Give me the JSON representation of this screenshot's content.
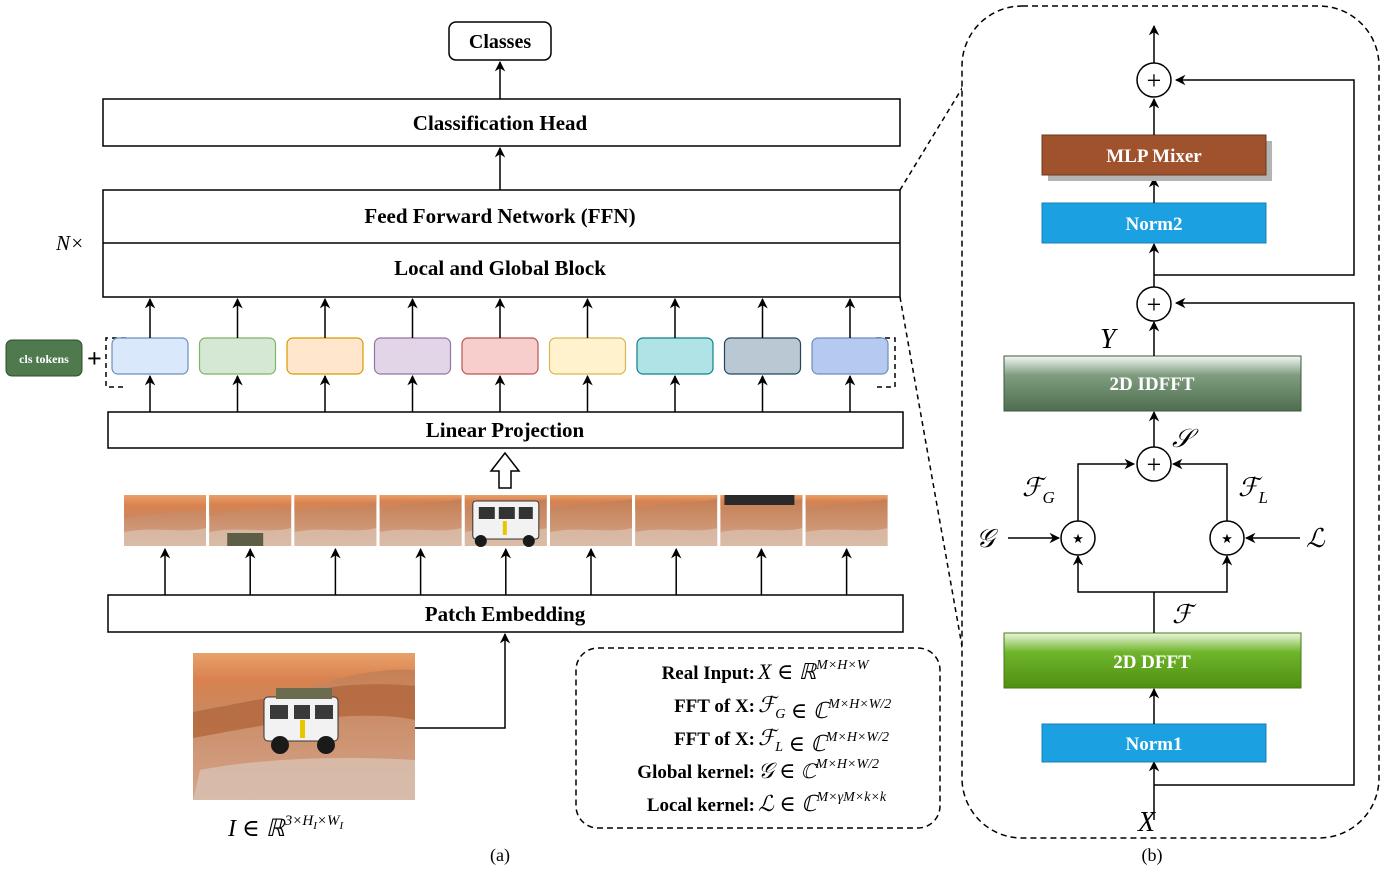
{
  "panel_a": {
    "classes_label": "Classes",
    "classification_head_label": "Classification Head",
    "ffn_label": "Feed Forward Network (FFN)",
    "block_label": "Local and Global Block",
    "repeat_label": "N×",
    "cls_tokens_label": "cls tokens",
    "plus_sign": "+",
    "linear_projection_label": "Linear Projection",
    "patch_embedding_label": "Patch Embedding",
    "input_formula": "I ∈ ℝ",
    "input_formula_sup": "3×H",
    "input_formula_sub1": "I",
    "input_formula_sup2": "×W",
    "input_formula_sub2": "I",
    "caption": "(a)",
    "token_colors": [
      {
        "fill": "#dae8fc",
        "stroke": "#6c8ebf"
      },
      {
        "fill": "#d5e8d4",
        "stroke": "#82b366"
      },
      {
        "fill": "#ffe6cc",
        "stroke": "#d79b00"
      },
      {
        "fill": "#e1d5e7",
        "stroke": "#9673a6"
      },
      {
        "fill": "#f8cecc",
        "stroke": "#b85450"
      },
      {
        "fill": "#fff2cc",
        "stroke": "#d6b656"
      },
      {
        "fill": "#b0e3e6",
        "stroke": "#0e8088"
      },
      {
        "fill": "#bac8d3",
        "stroke": "#23445d"
      },
      {
        "fill": "#b6c9f0",
        "stroke": "#6c8ebf"
      }
    ],
    "legend": [
      {
        "key": "Real Input:",
        "sym": "X",
        "set": "ℝ",
        "sup": "M×H×W"
      },
      {
        "key": "FFT of X:",
        "sym": "ℱ",
        "sub": "G",
        "set": "ℂ",
        "sup": "M×H×W/2"
      },
      {
        "key": "FFT of X:",
        "sym": "ℱ",
        "sub": "L",
        "set": "ℂ",
        "sup": "M×H×W/2"
      },
      {
        "key": "Global kernel:",
        "sym": "𝒢",
        "set": "ℂ",
        "sup": "M×H×W/2"
      },
      {
        "key": "Local kernel:",
        "sym": "ℒ",
        "set": "ℂ",
        "sup": "M×γM×k×k"
      }
    ]
  },
  "panel_b": {
    "mlp_mixer_label": "MLP Mixer",
    "norm2_label": "Norm2",
    "idfft_label": "2D IDFFT",
    "dfft_label": "2D DFFT",
    "norm1_label": "Norm1",
    "plus_symbol": "+",
    "star_symbol": "⋆",
    "y_label": "Y",
    "s_label": "𝒮",
    "fg_label": "ℱ",
    "fg_sub": "G",
    "fl_label": "ℱ",
    "fl_sub": "L",
    "g_label": "𝒢",
    "l_label": "ℒ",
    "f_label": "ℱ",
    "x_label": "X",
    "caption": "(b)",
    "colors": {
      "mlp_mixer": "#a0522d",
      "norm": "#1ba1e2",
      "idfft": "#5a7a5a",
      "dfft": "#60a917"
    }
  }
}
